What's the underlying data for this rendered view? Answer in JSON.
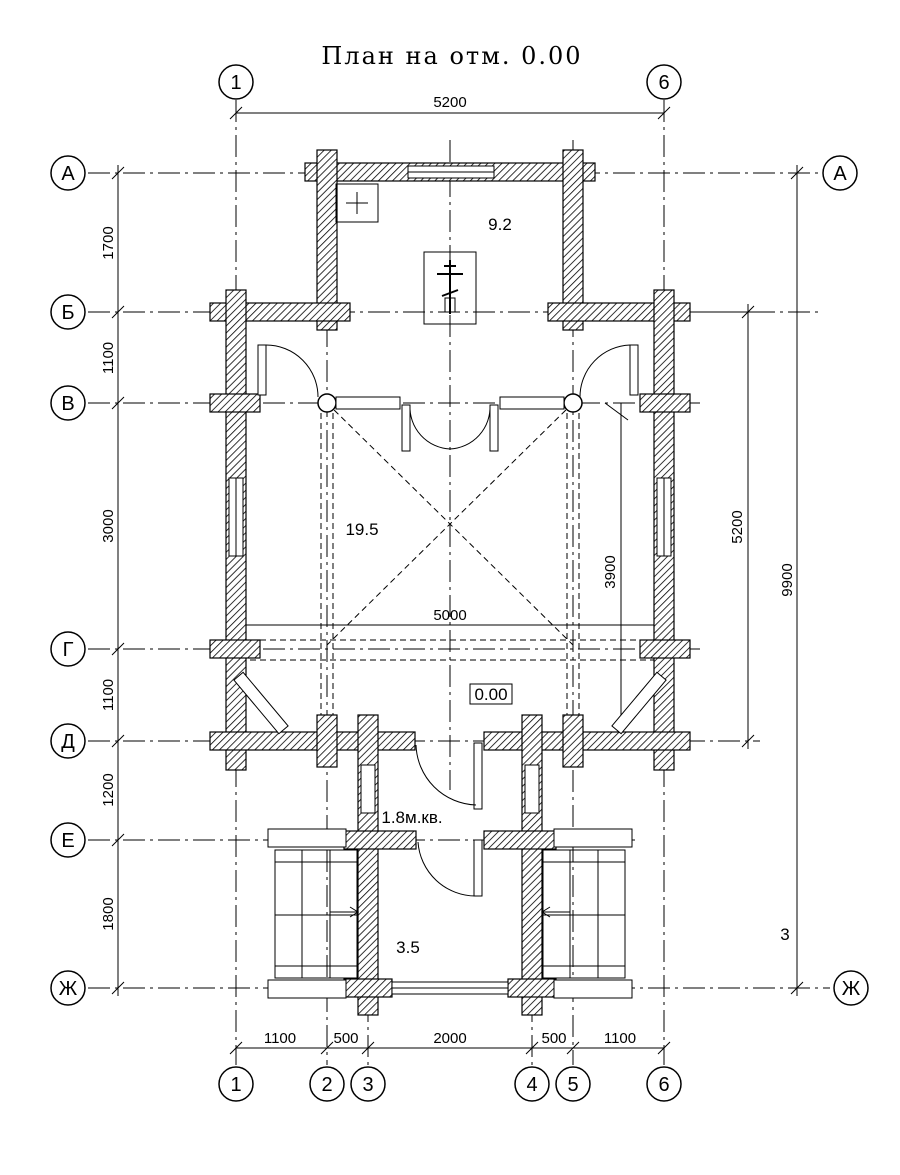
{
  "title": "План на отм. 0.00",
  "axes_letters": {
    "a": "А",
    "b": "Б",
    "v": "В",
    "g": "Г",
    "d": "Д",
    "e": "Е",
    "zh": "Ж"
  },
  "axes_numbers": {
    "n1": "1",
    "n2": "2",
    "n3": "3",
    "n4": "4",
    "n5": "5",
    "n6": "6"
  },
  "dimensions": {
    "top_total": "5200",
    "left_1700": "1700",
    "left_1100_a": "1100",
    "left_3000": "3000",
    "left_1100_b": "1100",
    "left_1200": "1200",
    "left_1800": "1800",
    "right_5200": "5200",
    "right_9900": "9900",
    "inner_3900": "3900",
    "inner_5000": "5000",
    "bot_1100_a": "1100",
    "bot_500_a": "500",
    "bot_2000": "2000",
    "bot_500_b": "500",
    "bot_1100_b": "1100"
  },
  "rooms": {
    "altar": "9.2",
    "nave": "19.5",
    "vestibule": "1.8м.кв.",
    "porch": "3.5",
    "level_mark": "0.00",
    "side_note": "3"
  }
}
